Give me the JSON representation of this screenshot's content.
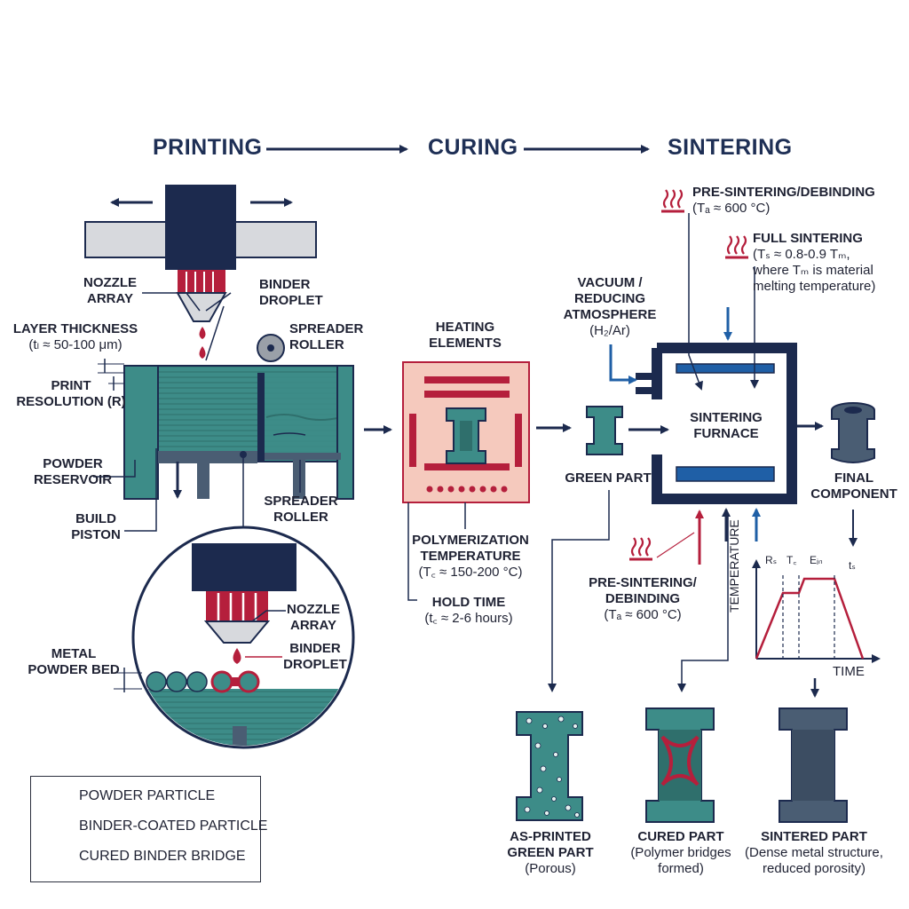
{
  "stages": {
    "printing": "PRINTING",
    "curing": "CURING",
    "sintering": "SINTERING"
  },
  "printing": {
    "nozzle_array": [
      "NOZZLE",
      "ARRAY"
    ],
    "binder_droplet": [
      "BINDER",
      "DROPLET"
    ],
    "layer_thickness": [
      "LAYER THICKNESS",
      "(tₗ ≈ 50-100 μm)"
    ],
    "spreader_roller_top": [
      "SPREADER",
      "ROLLER"
    ],
    "print_resolution": [
      "PRINT",
      "RESOLUTION (R)"
    ],
    "powder_reservoir": [
      "POWDER",
      "RESERVOIR"
    ],
    "build_piston": [
      "BUILD",
      "PISTON"
    ],
    "spreader_roller_bottom": [
      "SPREADER",
      "ROLLER"
    ],
    "detail_nozzle_array": [
      "NOZZLE",
      "ARRAY"
    ],
    "detail_binder_droplet": [
      "BINDER",
      "DROPLET"
    ],
    "metal_powder_bed": [
      "METAL",
      "POWDER BED"
    ]
  },
  "curing": {
    "heating_elements": [
      "HEATING",
      "ELEMENTS"
    ],
    "polymerization": [
      "POLYMERIZATION",
      "TEMPERATURE"
    ],
    "polymerization_value": "(T꜀ ≈ 150-200 °C)",
    "hold_time": "HOLD TIME",
    "hold_time_value": "(t꜀ ≈ 2-6 hours)"
  },
  "sintering": {
    "pre_sintering_top": "PRE-SINTERING/DEBINDING",
    "pre_sintering_top_value": "(Tₐ ≈ 600 °C)",
    "full_sintering": "FULL SINTERING",
    "full_sintering_value": [
      "(Tₛ ≈ 0.8-0.9 Tₘ,",
      "where Tₘ is material",
      "melting temperature)"
    ],
    "atmosphere": [
      "VACUUM /",
      "REDUCING",
      "ATMOSPHERE"
    ],
    "atmosphere_value": "(H₂/Ar)",
    "green_part": "GREEN PART",
    "furnace": [
      "SINTERING",
      "FURNACE"
    ],
    "final_component": [
      "FINAL",
      "COMPONENT"
    ],
    "pre_sintering_bottom": [
      "PRE-SINTERING/",
      "DEBINDING"
    ],
    "pre_sintering_bottom_value": "(Tₐ ≈ 600 °C)"
  },
  "profile_chart": {
    "ylabel": "TEMPERATURE",
    "xlabel": "TIME",
    "markers": [
      "Rₛ",
      "T꜀",
      "Eᵢₙ",
      "tₛ"
    ]
  },
  "parts": {
    "as_printed": [
      "AS-PRINTED",
      "GREEN PART"
    ],
    "as_printed_note": "(Porous)",
    "cured": "CURED PART",
    "cured_note": [
      "(Polymer bridges",
      "formed)"
    ],
    "sintered": "SINTERED PART",
    "sintered_note": [
      "(Dense metal structure,",
      "reduced porosity)"
    ]
  },
  "legend": {
    "items": [
      "POWDER PARTICLE",
      "BINDER-COATED PARTICLE",
      "CURED BINDER BRIDGE"
    ]
  },
  "colors": {
    "navy": "#1c2a4e",
    "teal": "#3d8c88",
    "crimson": "#b51f3c",
    "steel": "#4a5d73",
    "blue": "#1f5fa6",
    "salmon": "#f5c9bd",
    "gray": "#d7d9dd"
  }
}
